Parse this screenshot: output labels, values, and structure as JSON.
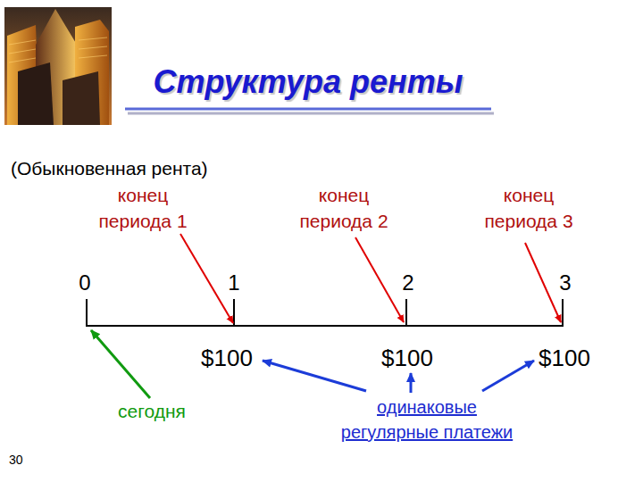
{
  "diagram": {
    "title": "Структура ренты",
    "labels": [
      "(Обыкновенная рента)",
      "конец периода 1",
      "конец периода 2",
      "конец периода 3",
      "0",
      "1",
      "2",
      "3",
      "$100",
      "$100",
      "$100",
      "сегодня",
      "одинаковые регулярные платежи",
      "30"
    ]
  }
}
